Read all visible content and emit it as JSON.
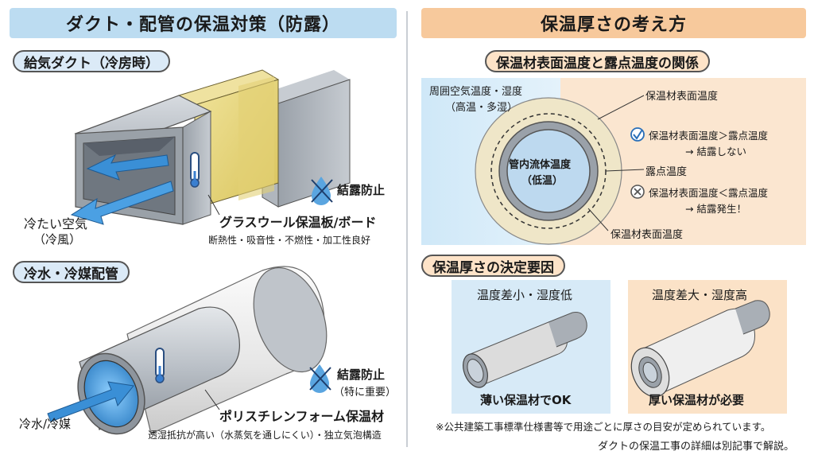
{
  "left": {
    "title": "ダクト・配管の保温対策（防露）",
    "duct": {
      "section_label": "給気ダクト（冷房時）",
      "air_label_1": "冷たい空気",
      "air_label_2": "（冷風）",
      "prevent_label": "結露防止",
      "material": "グラスウール保温板/ボード",
      "properties": "断熱性・吸音性・不燃性・加工性良好"
    },
    "pipe": {
      "section_label": "冷水・冷媒配管",
      "fluid_label": "冷水/冷媒",
      "prevent_label": "結露防止",
      "prevent_sub": "（特に重要）",
      "material": "ポリスチレンフォーム保温材",
      "properties": "透湿抵抗が高い（水蒸気を通しにくい）・独立気泡構造"
    }
  },
  "right": {
    "title": "保温厚さの考え方",
    "relation": {
      "heading": "保温材表面温度と露点温度の関係",
      "ambient_1": "周囲空気温度・湿度",
      "ambient_2": "（高温・多湿）",
      "fluid_1": "管内流体温度",
      "fluid_2": "（低温）",
      "surface_top": "保温材表面温度",
      "dew_point": "露点温度",
      "surface_bottom": "保温材表面温度",
      "ok_line_1": "保温材表面温度＞露点温度",
      "ok_line_2": "→ 結露しない",
      "ng_line_1": "保温材表面温度＜露点温度",
      "ng_line_2": "→ 結露発生！"
    },
    "factors": {
      "heading": "保温厚さの決定要因",
      "case_a_title": "温度差小・湿度低",
      "case_a_result": "薄い保温材でOK",
      "case_b_title": "温度差大・湿度高",
      "case_b_result": "厚い保温材が必要"
    },
    "footnote": "※公共建築工事標準仕様書等で用途ごとに厚さの目安が定められています。",
    "footer": "ダクトの保温工事の詳細は別記事で解説。"
  },
  "colors": {
    "left_banner": "#bcdcf1",
    "right_banner": "#f7c99c",
    "glass_wool": "#e8d77e",
    "foam": "#eeeeee",
    "steel": "#a9afb6",
    "cold_air": "#3a8fd6"
  }
}
